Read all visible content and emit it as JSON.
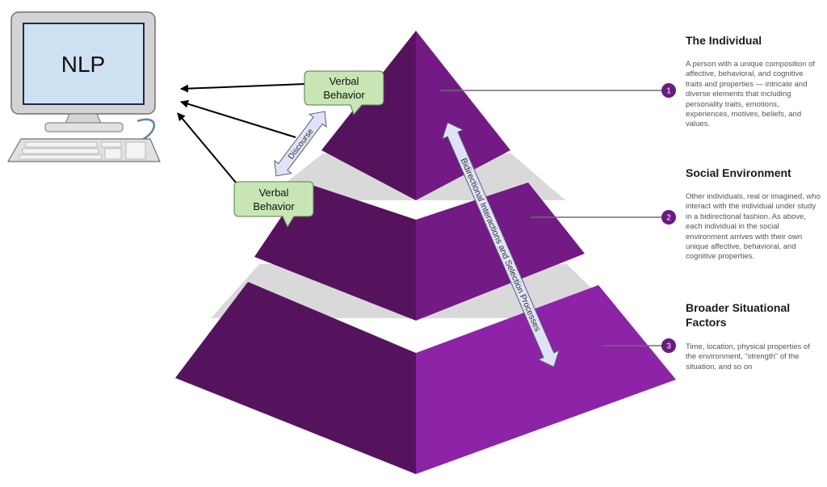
{
  "computer": {
    "label": "NLP"
  },
  "bubbles": [
    {
      "line1": "Verbal",
      "line2": "Behavior"
    },
    {
      "line1": "Verbal",
      "line2": "Behavior"
    }
  ],
  "arrows": {
    "discourse": "Discourse",
    "bidirectional": "Bidirectional Interactions and Selection Processes"
  },
  "levels": [
    {
      "number": "1",
      "title": "The Individual",
      "description": "A person with a unique composition of affective, behavioral, and cognitive traits and properties — intricate and diverse elements that including personality traits, emotions, experiences, motives, beliefs, and values."
    },
    {
      "number": "2",
      "title": "Social Environment",
      "description": "Other individuals, real or imagined, who interact with the individual under study in a bidirectional fashion. As above, each individual in the social environment arrives with their own unique affective, behavioral, and cognitive properties."
    },
    {
      "number": "3",
      "title_line1": "Broader Situational",
      "title_line2": "Factors",
      "description": "Time, location, physical properties of the environment, “strength” of the situation, and so on"
    }
  ],
  "colors": {
    "pyramid_dark": "#55135e",
    "pyramid_mid": "#731a85",
    "pyramid_light": "#8d24a8",
    "band_gray": "#d9d9d9",
    "bubble_fill": "#c7e6b4",
    "bubble_stroke": "#5a7a4a",
    "arrow_fill": "#dfe3f5",
    "badge": "#6a1b80",
    "screen": "#cfe2f3"
  }
}
